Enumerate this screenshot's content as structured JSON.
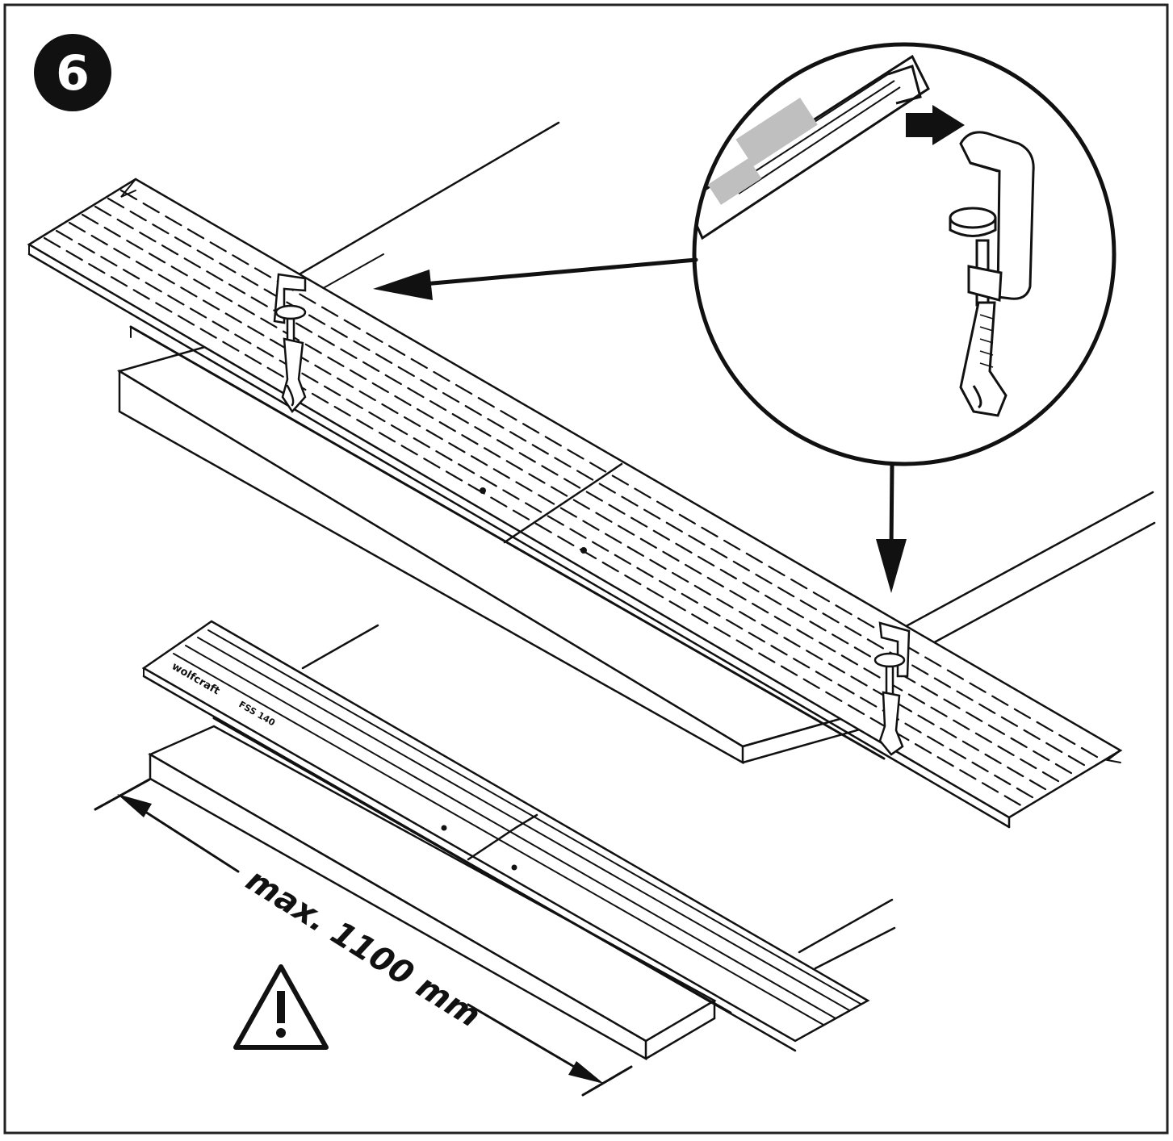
{
  "step": {
    "number": "6"
  },
  "dimension": {
    "label": "max. 1100 mm"
  },
  "rail": {
    "brand": "wolfcraft",
    "model": "FSS 140"
  },
  "icons": {
    "warning": "warning-triangle-icon",
    "clamp": "clamp-icon",
    "arrow": "arrow-icon"
  },
  "colors": {
    "ink": "#111111",
    "paper": "#ffffff",
    "shade": "#d9d9d9"
  }
}
